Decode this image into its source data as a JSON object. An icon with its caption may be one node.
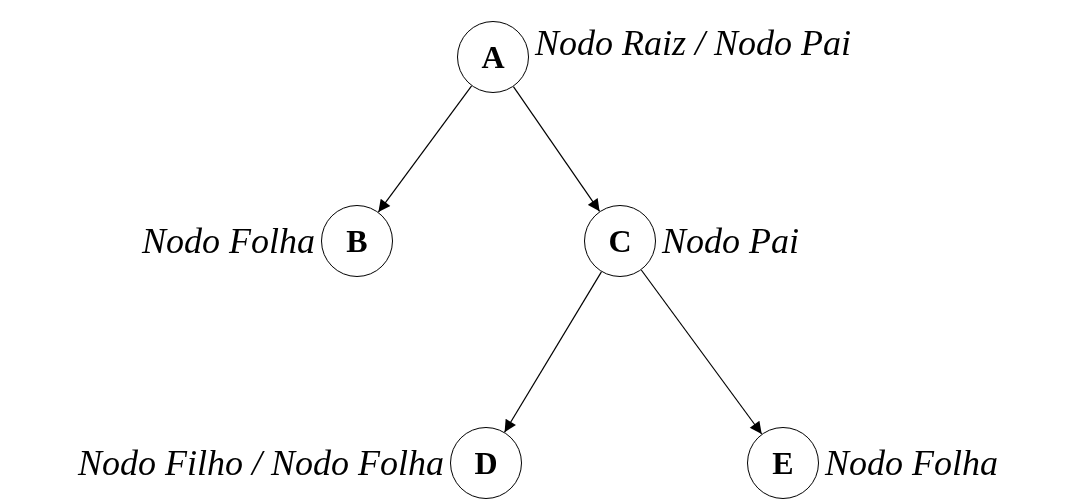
{
  "diagram": {
    "nodes": [
      {
        "text": [
          "A"
        ],
        "beside": [
          "Nodo Raiz / Nodo Pai"
        ]
      },
      {
        "text": [
          "B"
        ],
        "beside": [
          "Nodo Folha"
        ]
      },
      {
        "text": [
          "C"
        ],
        "beside": [
          "Nodo Pai"
        ]
      },
      {
        "text": [
          "D"
        ],
        "beside": [
          "Nodo Filho / Nodo Folha"
        ]
      },
      {
        "text": [
          "E"
        ],
        "beside": [
          "Nodo Folha"
        ]
      }
    ],
    "edges": [
      {
        "from": 0,
        "to": 1,
        "arrow": "to"
      },
      {
        "from": 0,
        "to": 2,
        "arrow": "to"
      },
      {
        "from": 2,
        "to": 3,
        "arrow": "to"
      },
      {
        "from": 2,
        "to": 4,
        "arrow": "to"
      }
    ]
  }
}
